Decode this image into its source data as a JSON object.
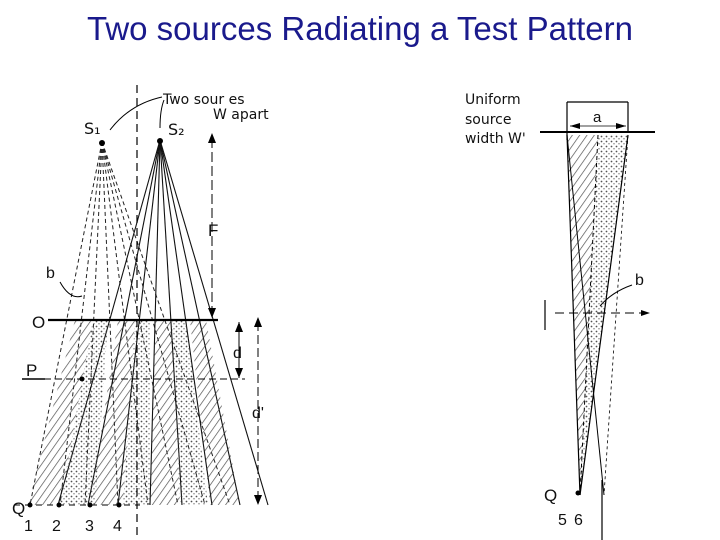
{
  "title": "Two sources Radiating a Test Pattern",
  "left_diagram": {
    "sources_caption": "Two  sour  es",
    "separation_caption": "W apart",
    "source_1": "S₁",
    "source_2": "S₂",
    "focal_label": "F",
    "blur_label": "b",
    "plane_o": "O",
    "plane_p": "P",
    "plane_q": "Q",
    "distance_d": "d",
    "distance_d_prime": "d'",
    "points": [
      "1",
      "2",
      "3",
      "4"
    ]
  },
  "right_diagram": {
    "source_caption_line1": "Uniform",
    "source_caption_line2": "source",
    "source_caption_line3": "width W'",
    "aperture_label": "a",
    "blur_label": "b",
    "plane_q": "Q",
    "points": [
      "5",
      "6"
    ]
  },
  "colors": {
    "title": "#1a1a8c",
    "ink": "#111111"
  }
}
